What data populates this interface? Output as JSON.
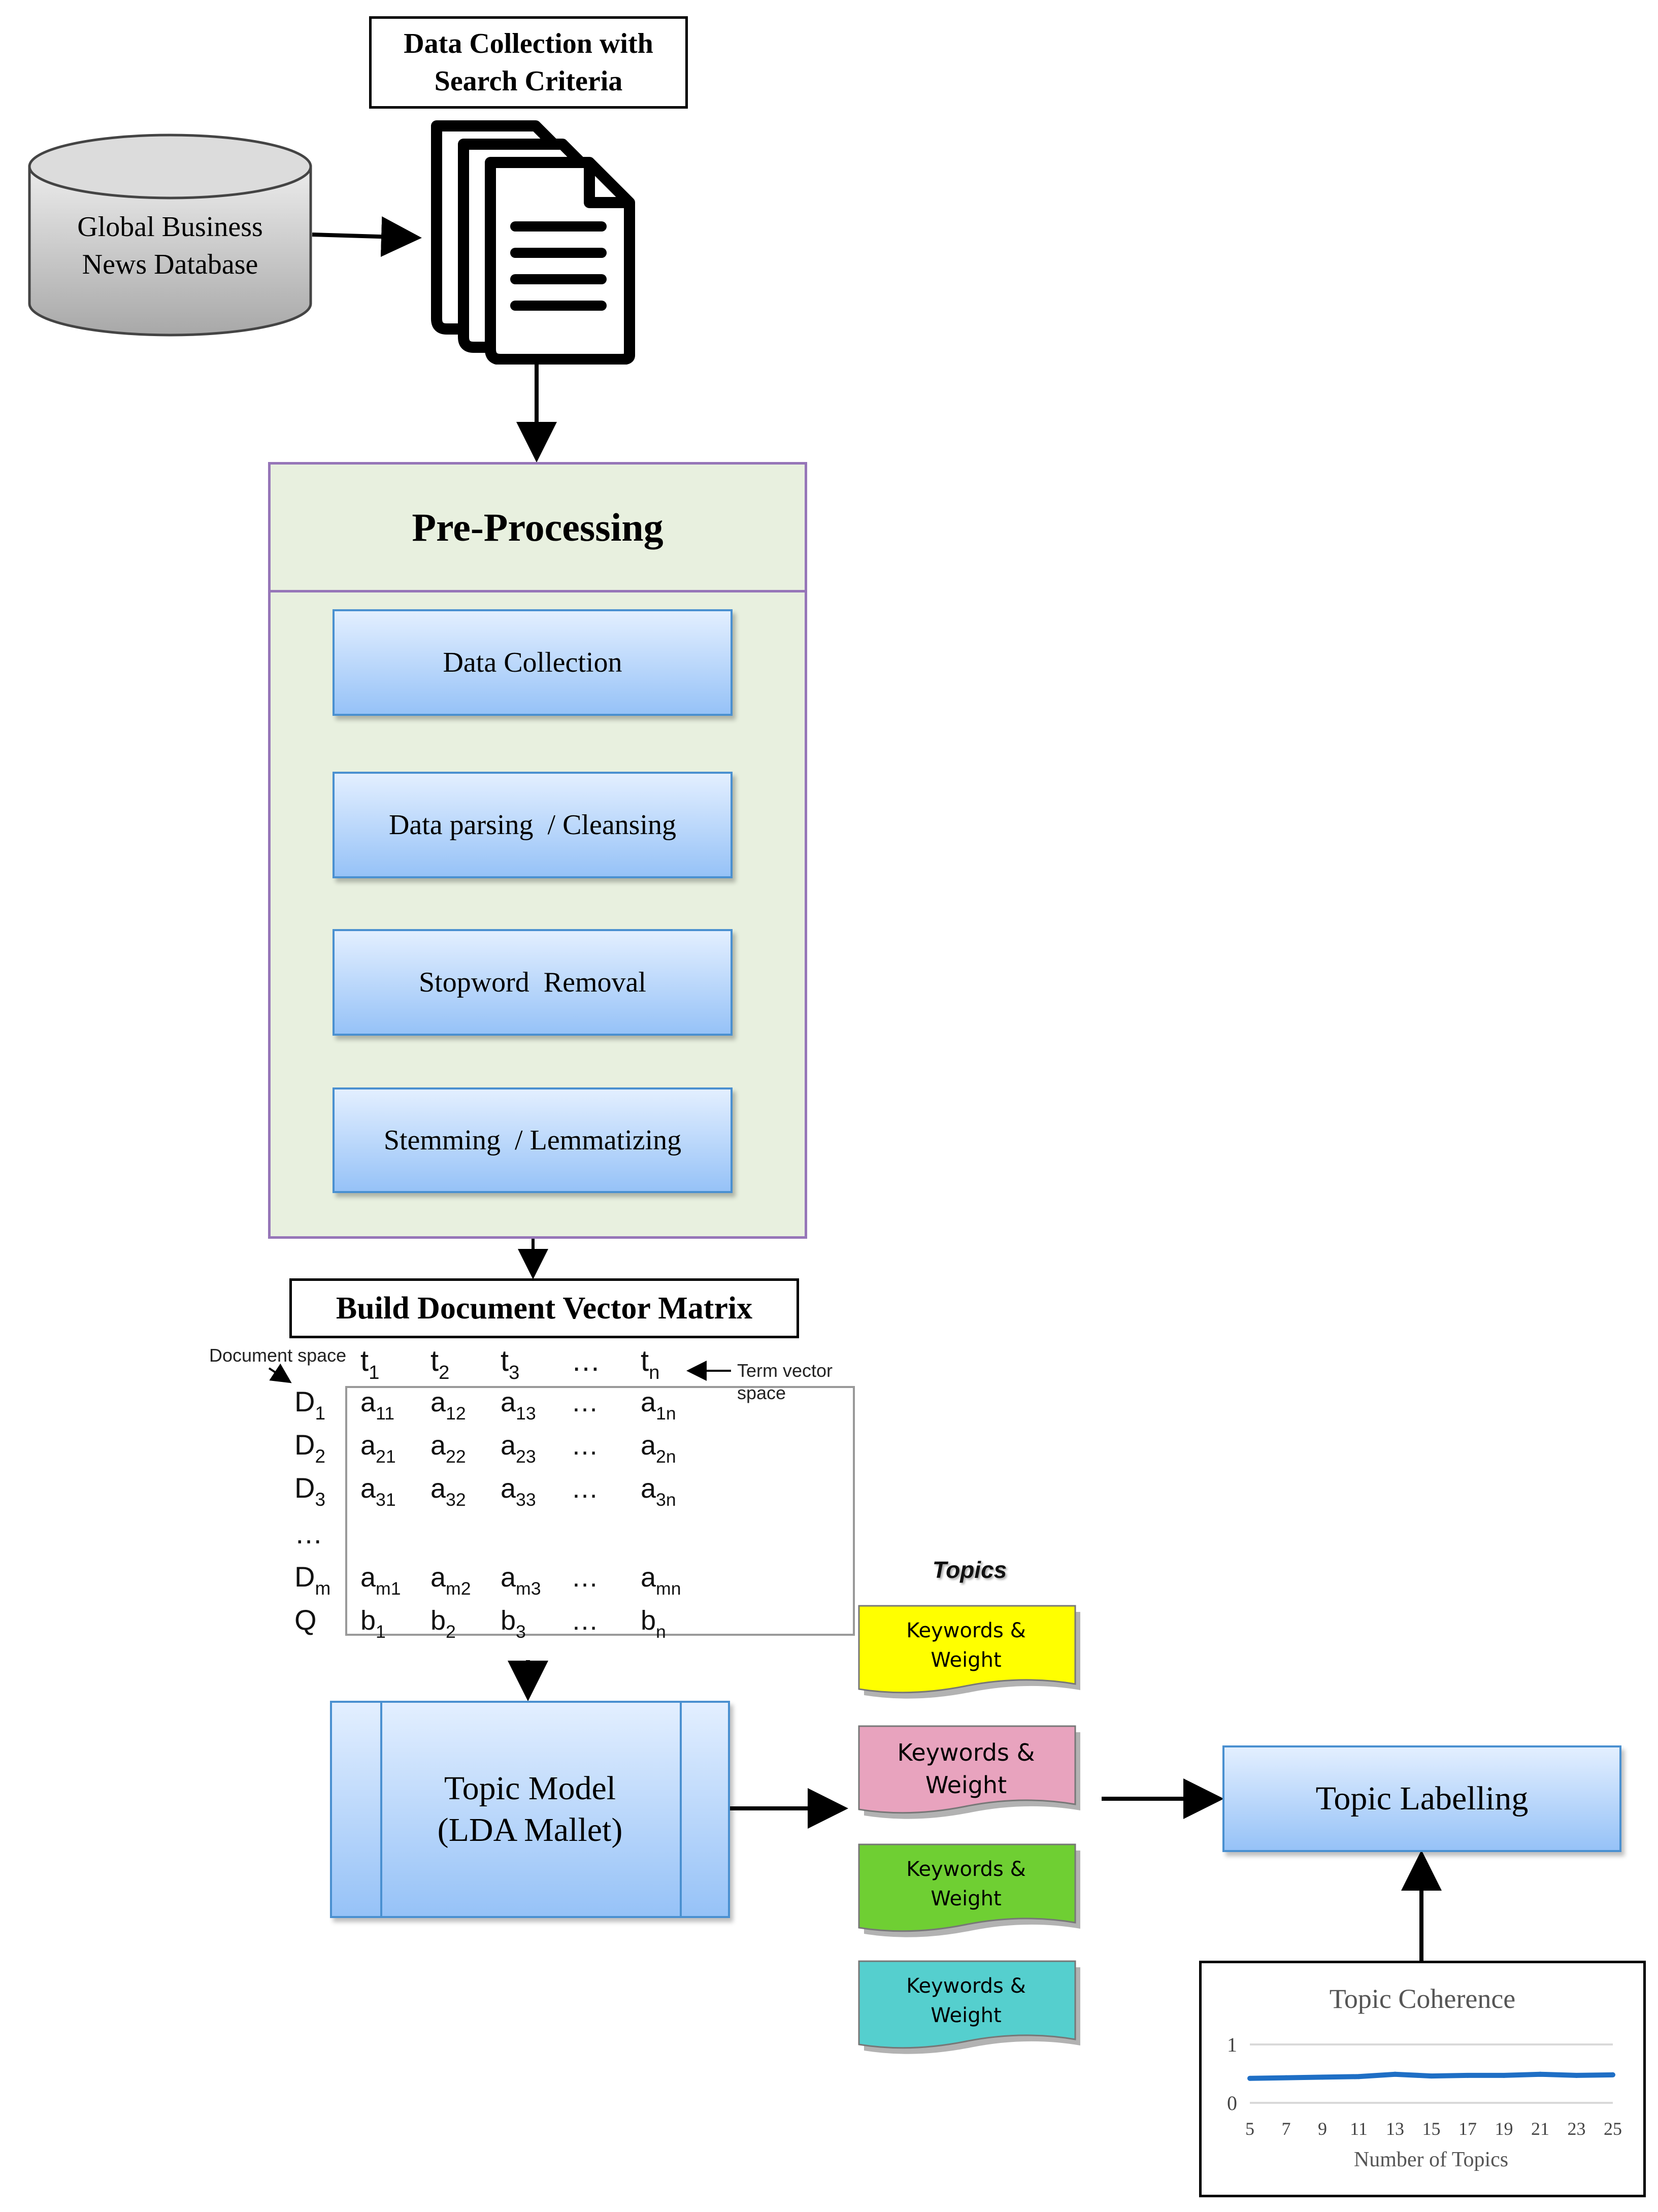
{
  "data_collection_label": "Data Collection with\nSearch Criteria",
  "database_label": "Global Business\nNews Database",
  "preprocessing": {
    "title": "Pre-Processing",
    "steps": [
      "Data Collection",
      "Data parsing  / Cleansing",
      "Stopword  Removal",
      "Stemming  / Lemmatizing"
    ]
  },
  "build_matrix_label": "Build Document Vector Matrix",
  "matrix": {
    "document_space_label": "Document space",
    "term_vector_label_1": "Term vector",
    "term_vector_label_2": "space",
    "ellipsis": "…",
    "header_terms": [
      {
        "base": "t",
        "sub": "1"
      },
      {
        "base": "t",
        "sub": "2"
      },
      {
        "base": "t",
        "sub": "3"
      },
      {
        "base": "…",
        "sub": ""
      },
      {
        "base": "t",
        "sub": "n"
      }
    ],
    "rows": [
      {
        "label": {
          "base": "D",
          "sub": "1"
        },
        "cells": [
          {
            "base": "a",
            "sub": "11"
          },
          {
            "base": "a",
            "sub": "12"
          },
          {
            "base": "a",
            "sub": "13"
          },
          {
            "base": "…",
            "sub": ""
          },
          {
            "base": "a",
            "sub": "1n"
          }
        ]
      },
      {
        "label": {
          "base": "D",
          "sub": "2"
        },
        "cells": [
          {
            "base": "a",
            "sub": "21"
          },
          {
            "base": "a",
            "sub": "22"
          },
          {
            "base": "a",
            "sub": "23"
          },
          {
            "base": "…",
            "sub": ""
          },
          {
            "base": "a",
            "sub": "2n"
          }
        ]
      },
      {
        "label": {
          "base": "D",
          "sub": "3"
        },
        "cells": [
          {
            "base": "a",
            "sub": "31"
          },
          {
            "base": "a",
            "sub": "32"
          },
          {
            "base": "a",
            "sub": "33"
          },
          {
            "base": "…",
            "sub": ""
          },
          {
            "base": "a",
            "sub": "3n"
          }
        ]
      },
      {
        "label": {
          "base": "…",
          "sub": ""
        },
        "cells": []
      },
      {
        "label": {
          "base": "D",
          "sub": "m"
        },
        "cells": [
          {
            "base": "a",
            "sub": "m1"
          },
          {
            "base": "a",
            "sub": "m2"
          },
          {
            "base": "a",
            "sub": "m3"
          },
          {
            "base": "…",
            "sub": ""
          },
          {
            "base": "a",
            "sub": "mn"
          }
        ]
      },
      {
        "label": {
          "base": "Q",
          "sub": ""
        },
        "cells": [
          {
            "base": "b",
            "sub": "1"
          },
          {
            "base": "b",
            "sub": "2"
          },
          {
            "base": "b",
            "sub": "3"
          },
          {
            "base": "…",
            "sub": ""
          },
          {
            "base": "b",
            "sub": "n"
          }
        ]
      }
    ]
  },
  "topic_model_label": "Topic Model\n(LDA Mallet)",
  "topics": {
    "title": "Topics",
    "items": [
      {
        "label": "Keywords &\nWeight",
        "color": "#ffff00"
      },
      {
        "label": "Keywords &\nWeight",
        "color": "#e8a3be"
      },
      {
        "label": "Keywords &\nWeight",
        "color": "#6fcf33"
      },
      {
        "label": "Keywords &\nWeight",
        "color": "#55cfce"
      }
    ]
  },
  "topic_labelling_label": "Topic Labelling",
  "coherence_chart": {
    "title": "Topic Coherence",
    "xlabel": "Number of Topics",
    "y_ticks": [
      "0",
      "1"
    ],
    "x_ticks": [
      "5",
      "7",
      "9",
      "11",
      "13",
      "15",
      "17",
      "19",
      "21",
      "23",
      "25"
    ],
    "line_color": "#1f6fc5"
  },
  "chart_data": {
    "type": "line",
    "title": "Topic Coherence",
    "xlabel": "Number of Topics",
    "ylabel": "",
    "x": [
      5,
      7,
      9,
      11,
      13,
      15,
      17,
      19,
      21,
      23,
      25
    ],
    "series": [
      {
        "values": [
          0.42,
          0.43,
          0.44,
          0.45,
          0.49,
          0.46,
          0.47,
          0.47,
          0.49,
          0.47,
          0.48
        ]
      }
    ],
    "ylim": [
      0,
      1
    ],
    "xlim": [
      5,
      25
    ],
    "grid": true
  }
}
